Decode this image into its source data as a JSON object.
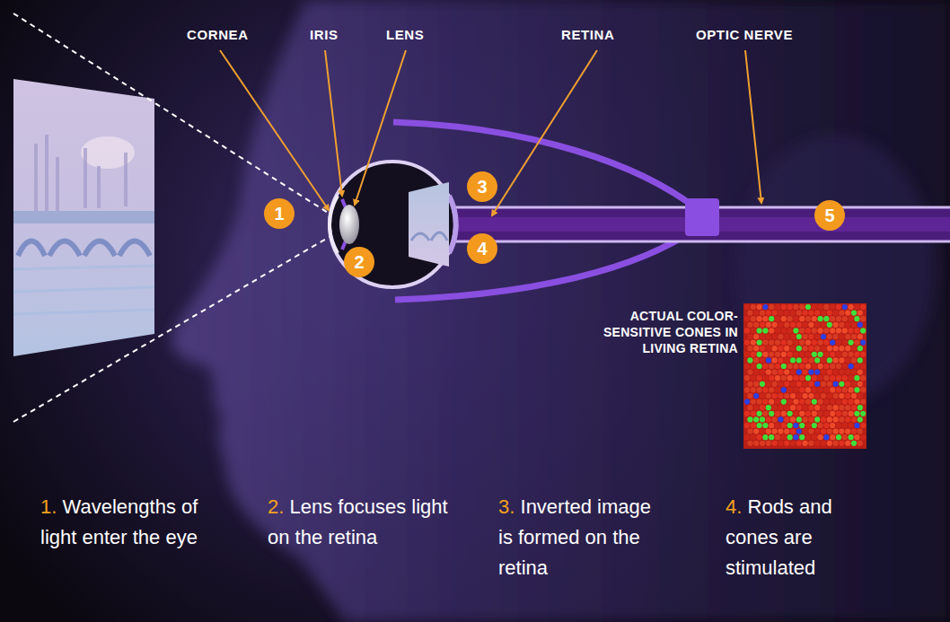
{
  "diagram": {
    "nodes": [
      {
        "text": [
          "1"
        ]
      },
      {
        "text": [
          "2"
        ]
      },
      {
        "text": [
          "3"
        ]
      },
      {
        "text": [
          "4"
        ]
      },
      {
        "text": [
          "5"
        ]
      }
    ],
    "labels": [
      "CORNEA",
      "IRIS",
      "LENS",
      "RETINA",
      "OPTIC NERVE",
      "ACTUAL COLOR-SENSITIVE CONES IN LIVING RETINA",
      "1.",
      "Wavelengths of light enter the eye",
      "2.",
      "Lens focuses light on the retina",
      "3.",
      "Inverted image is formed on the retina",
      "4.",
      "Rods and cones are stimulated"
    ]
  }
}
